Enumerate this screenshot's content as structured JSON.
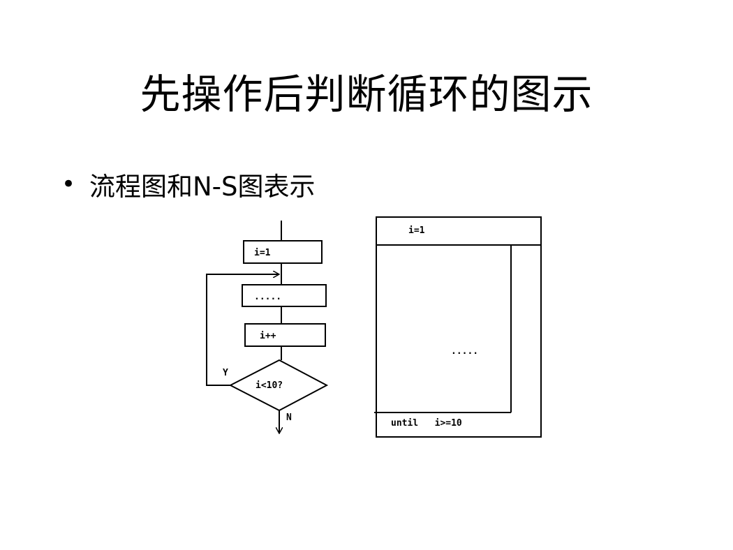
{
  "slide": {
    "title": "先操作后判断循环的图示",
    "bullet": "流程图和N-S图表示"
  },
  "flowchart": {
    "init_label": "i=1",
    "body_label": ".....",
    "increment_label": "i++",
    "condition_label": "i<10?",
    "yes_label": "Y",
    "no_label": "N"
  },
  "ns_diagram": {
    "init_label": "i=1",
    "body_label": ".....",
    "until_label": "until   i>=10"
  }
}
